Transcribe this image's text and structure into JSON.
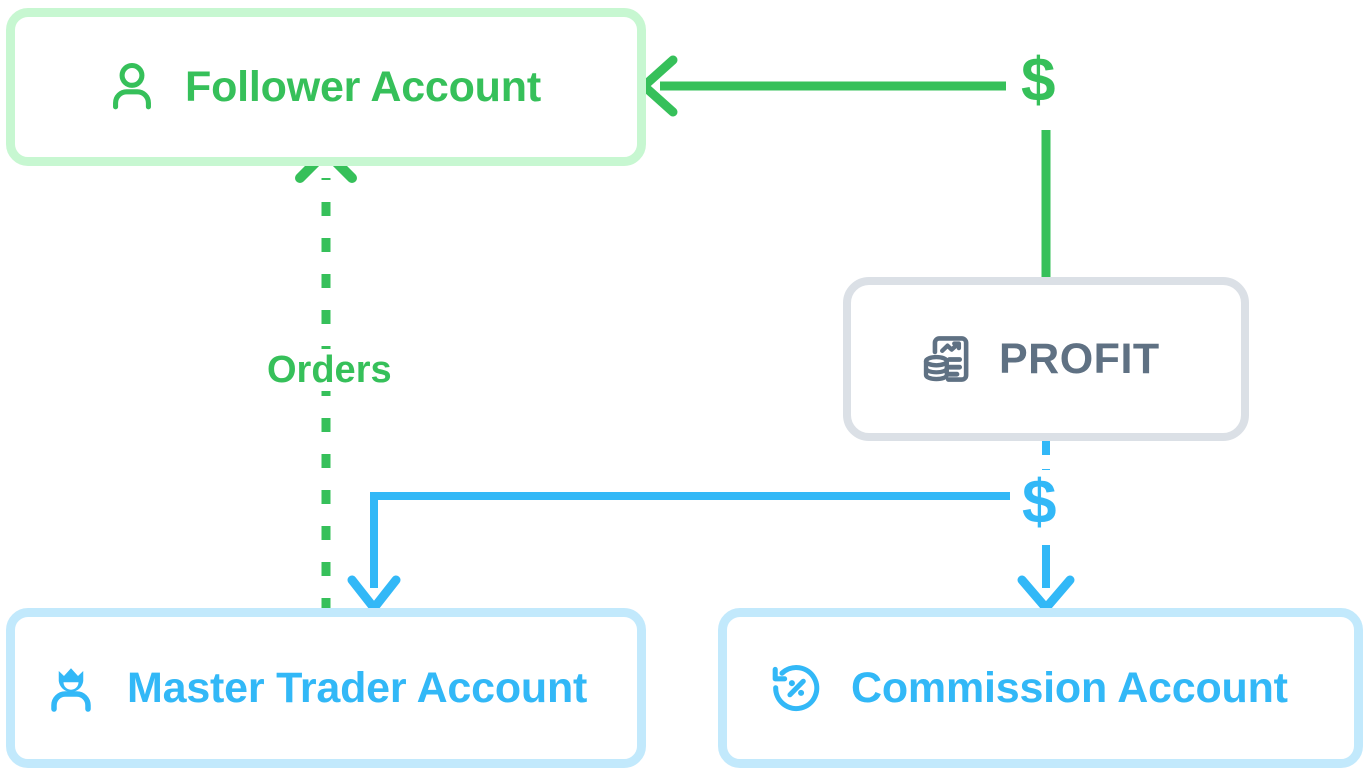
{
  "diagram": {
    "title": "Copy trading flow diagram",
    "background": "#ffffff",
    "colors": {
      "green": "#36c05a",
      "green_light": "#c7f7d1",
      "blue": "#32b8f7",
      "blue_light": "#c2e9fc",
      "gray": "#5f7183",
      "gray_light": "#dbe0e6"
    }
  },
  "nodes": {
    "follower": {
      "label": "Follower Account",
      "icon": "person-icon",
      "color": "#36c05a",
      "border_color": "#c7f7d1"
    },
    "profit": {
      "label": "PROFIT",
      "icon": "report-coins-icon",
      "color": "#5f7183",
      "border_color": "#dbe0e6"
    },
    "master": {
      "label": "Master Trader Account",
      "icon": "person-crown-icon",
      "color": "#32b8f7",
      "border_color": "#c2e9fc"
    },
    "commission": {
      "label": "Commission Account",
      "icon": "percent-rotate-icon",
      "color": "#32b8f7",
      "border_color": "#c2e9fc"
    }
  },
  "connectors": {
    "orders_label": "Orders",
    "dollar_green": "$",
    "dollar_blue": "$",
    "edges": [
      {
        "name": "orders-up",
        "from": "master",
        "to": "follower",
        "style": "dashed",
        "color": "#36c05a",
        "label": "Orders",
        "direction": "up"
      },
      {
        "name": "profit-to-follower",
        "from": "profit",
        "to": "follower",
        "style": "solid",
        "color": "#36c05a",
        "label": "$",
        "direction": "left"
      },
      {
        "name": "profit-to-commission",
        "from": "profit",
        "to": "commission",
        "style": "dashed-solid",
        "color": "#32b8f7",
        "label": "$",
        "direction": "down"
      },
      {
        "name": "profit-to-master",
        "from": "profit",
        "to": "master",
        "style": "solid",
        "color": "#32b8f7",
        "label": "",
        "direction": "left-down"
      }
    ]
  }
}
